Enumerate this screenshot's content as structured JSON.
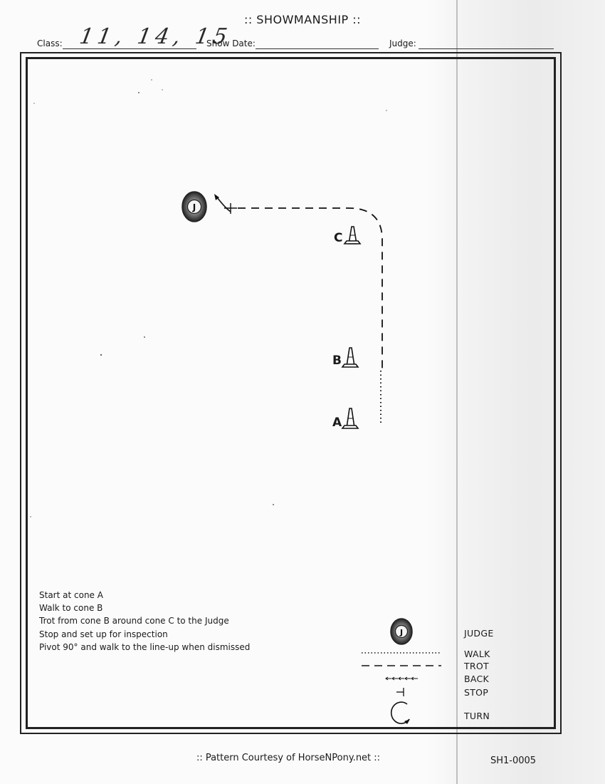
{
  "title": ":: SHOWMANSHIP ::",
  "header": {
    "class_label": "Class:",
    "class_value": "11, 14, 15",
    "show_date_label": "Show Date:",
    "judge_label": "Judge:"
  },
  "pattern": {
    "judge_marker": "J",
    "cones": [
      {
        "label": "C"
      },
      {
        "label": "B"
      },
      {
        "label": "A"
      }
    ]
  },
  "instructions": [
    "Start at cone A",
    "Walk to cone B",
    "Trot from cone B around cone C to the Judge",
    "Stop and set up for inspection",
    "Pivot 90° and walk to the line-up when dismissed"
  ],
  "legend": {
    "judge": "JUDGE",
    "walk": "WALK",
    "trot": "TROT",
    "back": "BACK",
    "stop": "STOP",
    "turn": "TURN"
  },
  "footer": {
    "courtesy": ":: Pattern Courtesy of HorseNPony.net ::",
    "code": "SH1-0005"
  }
}
